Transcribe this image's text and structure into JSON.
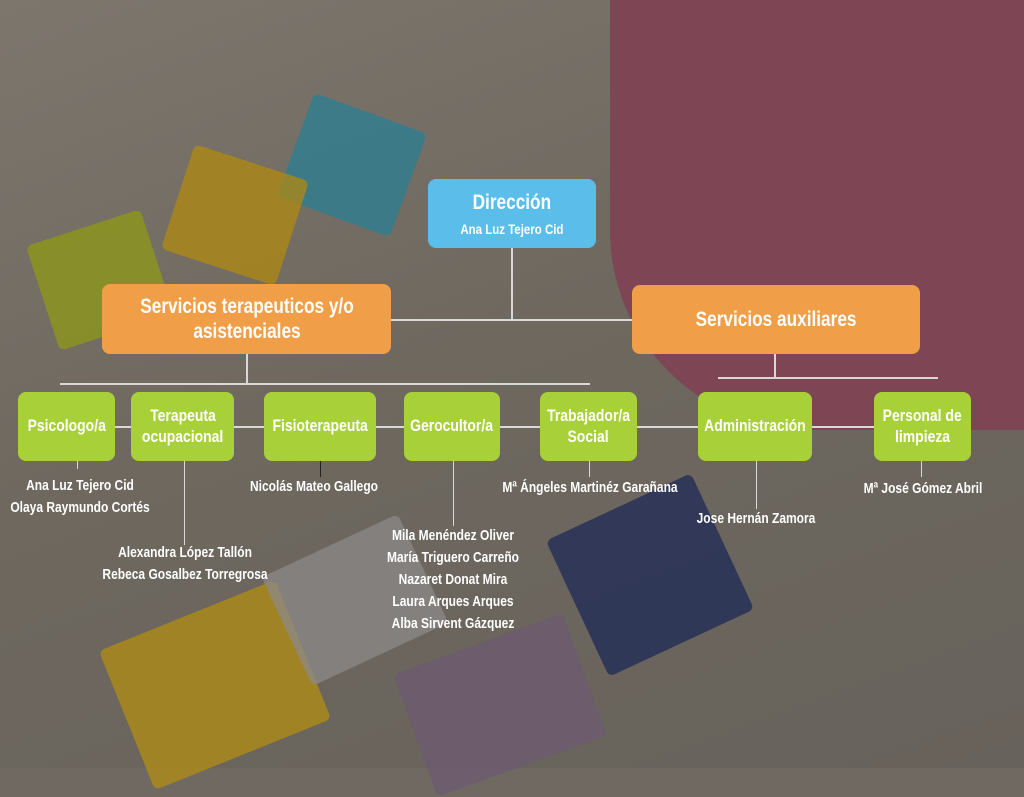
{
  "direccion": {
    "title": "Dirección",
    "name": "Ana Luz Tejero Cid"
  },
  "branches": {
    "terapeuticos": "Servicios terapeuticos y/o asistenciales",
    "auxiliares": "Servicios auxiliares"
  },
  "roles": [
    {
      "label_1": "Psicologo/a",
      "label_2": "",
      "names": [
        "Ana Luz Tejero Cid",
        "Olaya Raymundo Cortés"
      ]
    },
    {
      "label_1": "Terapeuta",
      "label_2": "ocupacional",
      "names": [
        "Alexandra López Tallón",
        "Rebeca Gosalbez Torregrosa"
      ]
    },
    {
      "label_1": "Fisioterapeuta",
      "label_2": "",
      "names": [
        "Nicolás Mateo Gallego"
      ]
    },
    {
      "label_1": "Gerocultor/a",
      "label_2": "",
      "names": [
        "Mila Menéndez Oliver",
        "María Triguero Carreño",
        "Nazaret Donat Mira",
        "Laura Arques Arques",
        "Alba Sirvent Gázquez"
      ]
    },
    {
      "label_1": "Trabajador/a",
      "label_2": "Social",
      "names": [
        "Mª Ángeles Martinéz Garañana"
      ]
    },
    {
      "label_1": "Administración",
      "label_2": "",
      "names": [
        "Jose Hernán Zamora"
      ]
    },
    {
      "label_1": "Personal de",
      "label_2": "limpieza",
      "names": [
        "Mª José Gómez Abril"
      ]
    }
  ],
  "colors": {
    "direccion": "#5bbde9",
    "branch": "#f09f48",
    "role": "#a8d038"
  }
}
